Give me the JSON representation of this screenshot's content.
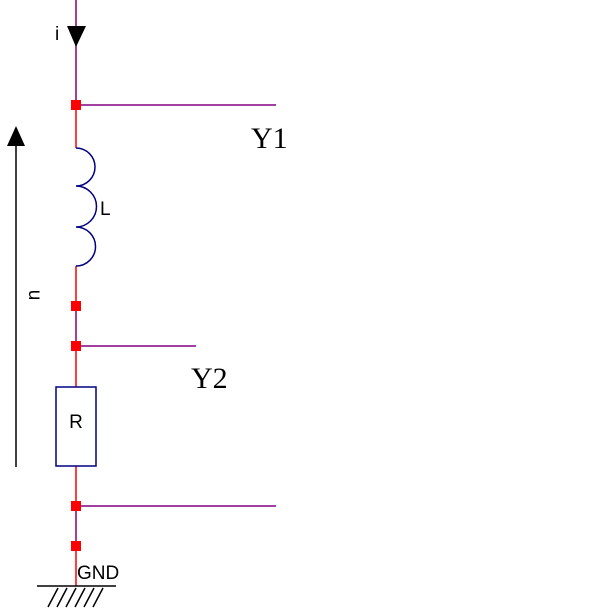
{
  "diagram": {
    "current_label": "i",
    "voltage_label": "u",
    "inductor_label": "L",
    "resistor_label": "R",
    "ground_label": "GND",
    "probe_y1_label": "Y1",
    "probe_y2_label": "Y2"
  },
  "colors": {
    "wire_red": "#ff0000",
    "wire_purple": "#800080",
    "component_blue": "#000080",
    "node_red": "#ff0000",
    "ink": "#000000"
  }
}
